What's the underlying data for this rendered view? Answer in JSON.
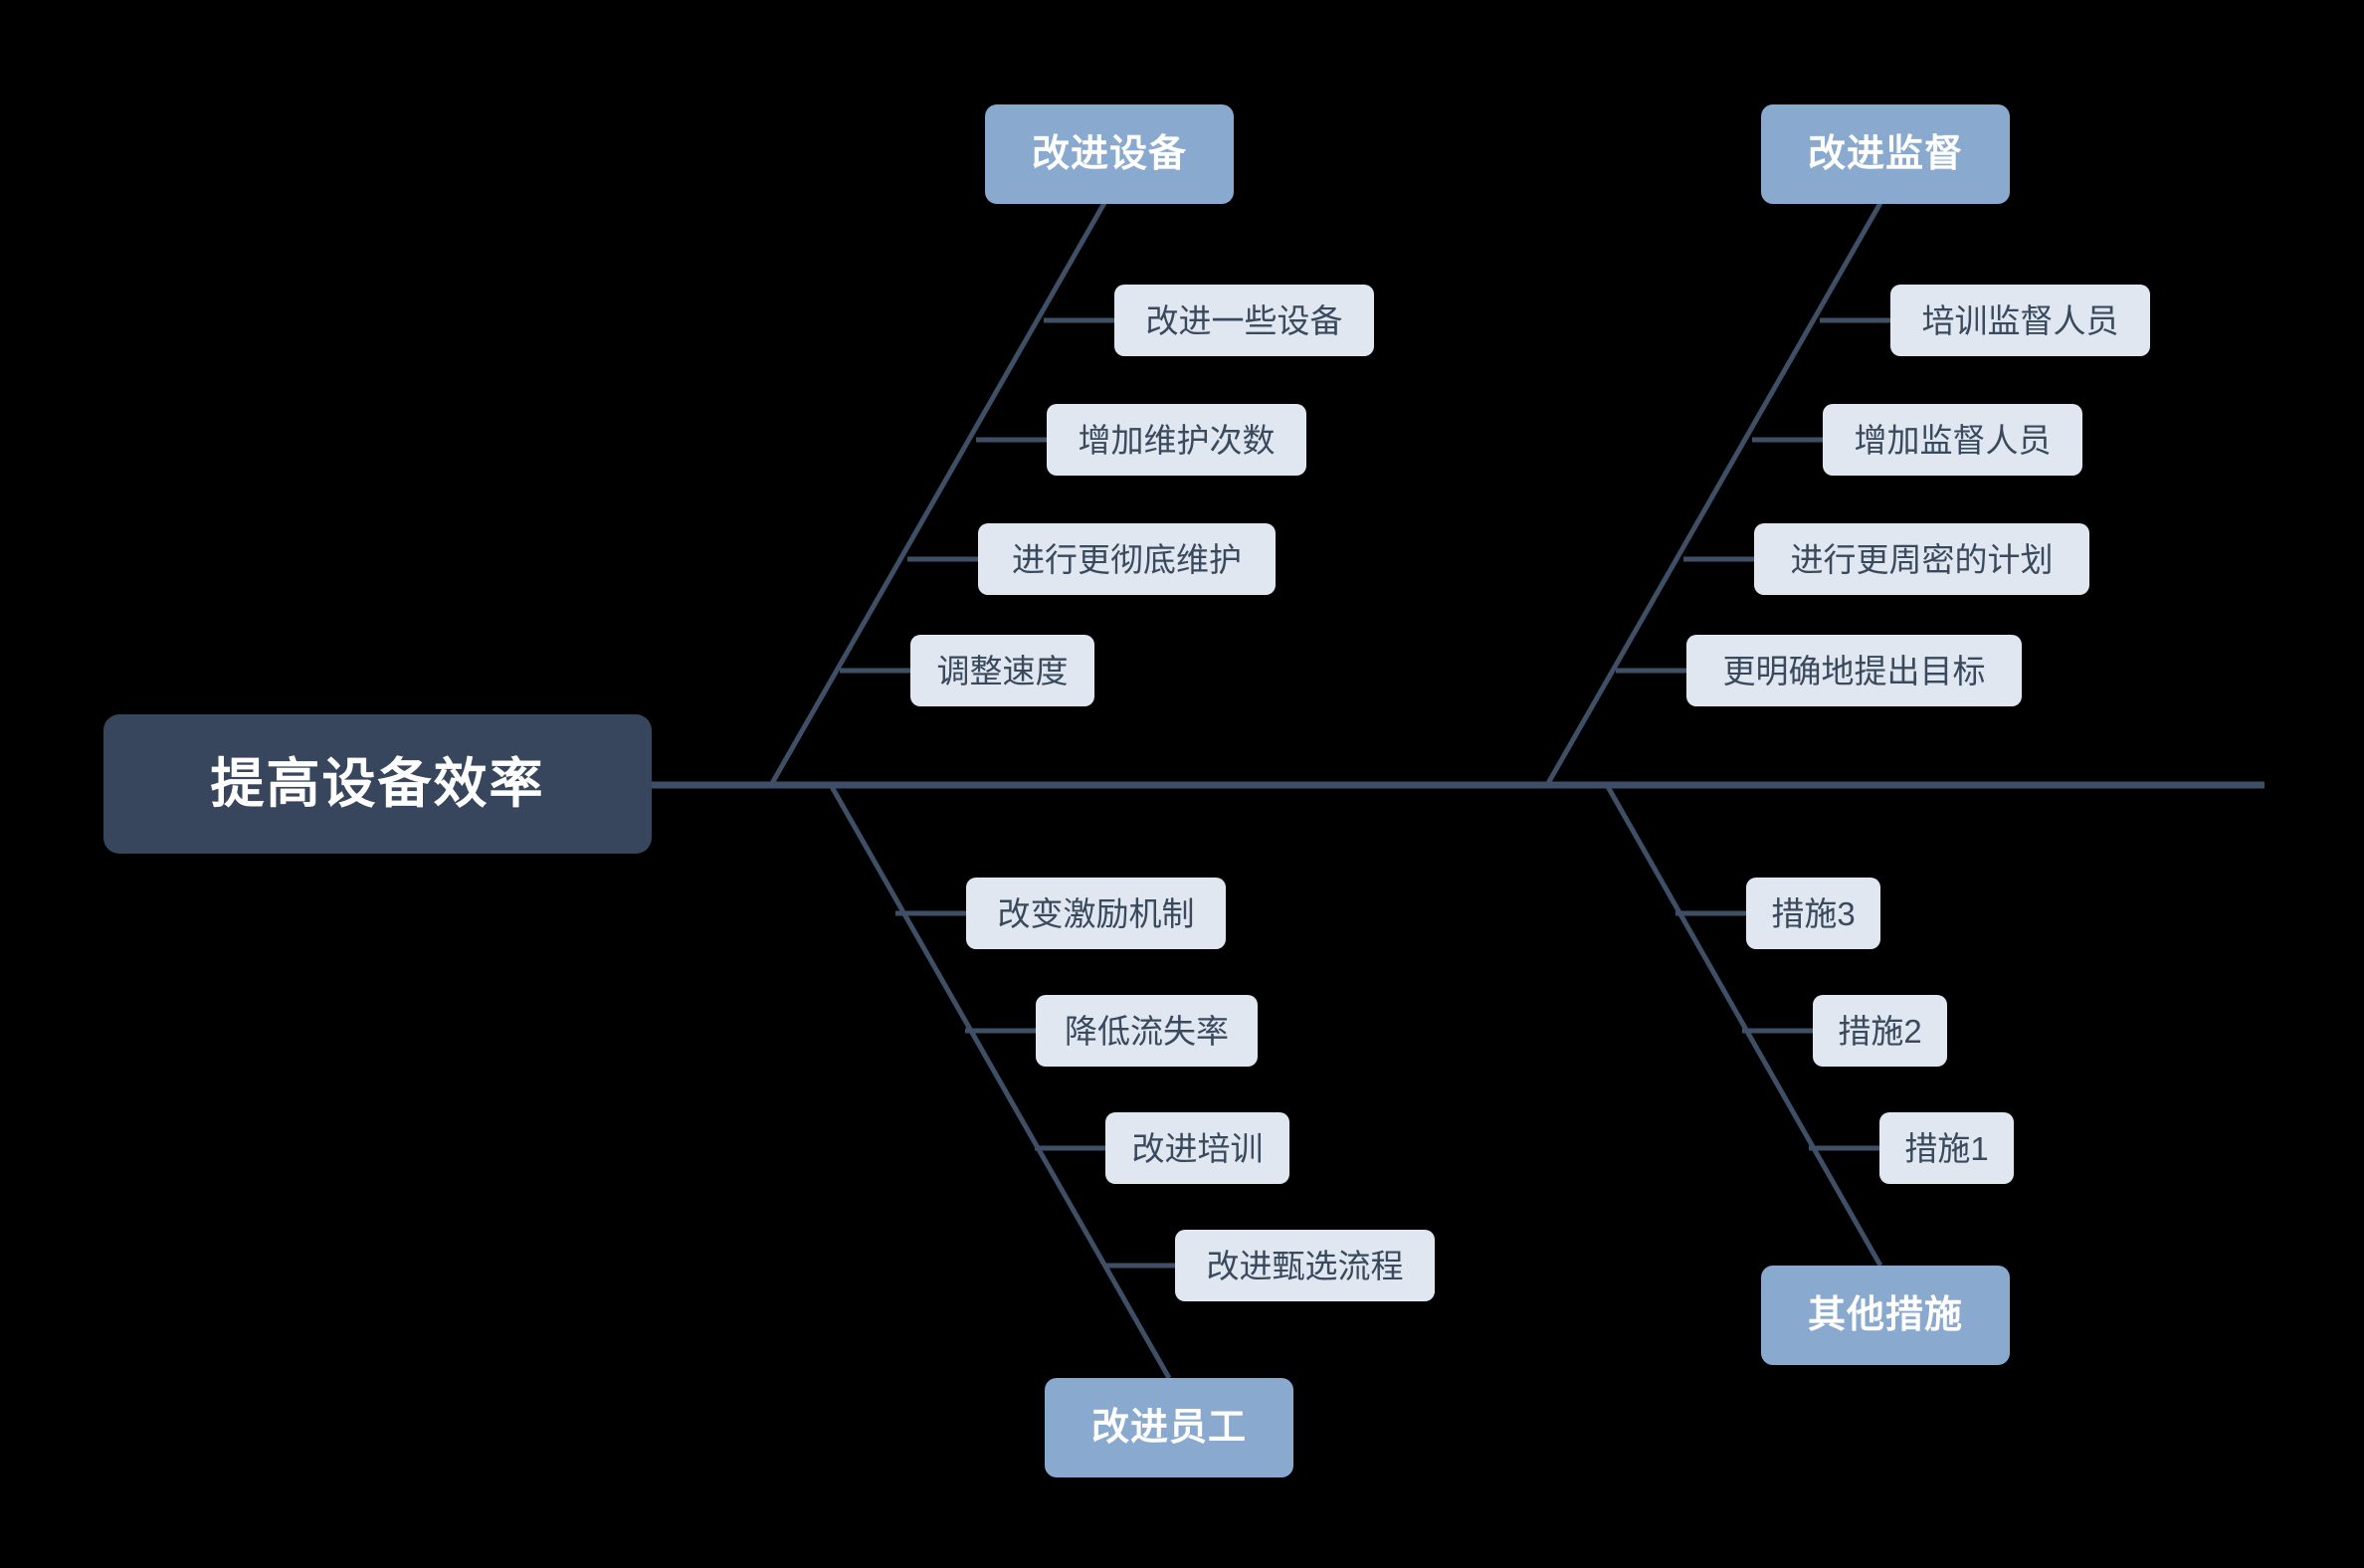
{
  "diagram": {
    "type": "fishbone",
    "title": "提高设备效率",
    "spine_end_label": "",
    "colors": {
      "background": "#000000",
      "head_fill": "#37465c",
      "head_text": "#ffffff",
      "category_fill": "#8aa9cf",
      "category_text": "#ffffff",
      "sub_fill": "#e1e7f0",
      "sub_text": "#3a4a5e",
      "line": "#3f4f66",
      "spine": "#3d4e66"
    },
    "head": {
      "label": "提高设备效率"
    },
    "branches": [
      {
        "id": "improve-equipment",
        "label": "改进设备",
        "side": "top",
        "column": "left",
        "causes": [
          {
            "label": "改进一些设备"
          },
          {
            "label": "增加维护次数"
          },
          {
            "label": "进行更彻底维护"
          },
          {
            "label": "调整速度"
          }
        ]
      },
      {
        "id": "improve-supervision",
        "label": "改进监督",
        "side": "top",
        "column": "right",
        "causes": [
          {
            "label": "培训监督人员"
          },
          {
            "label": "增加监督人员"
          },
          {
            "label": "进行更周密的计划"
          },
          {
            "label": "更明确地提出目标"
          }
        ]
      },
      {
        "id": "improve-staff",
        "label": "改进员工",
        "side": "bottom",
        "column": "left",
        "causes": [
          {
            "label": "改变激励机制"
          },
          {
            "label": "降低流失率"
          },
          {
            "label": "改进培训"
          },
          {
            "label": "改进甄选流程"
          }
        ]
      },
      {
        "id": "other-measures",
        "label": "其他措施",
        "side": "bottom",
        "column": "right",
        "causes": [
          {
            "label": "措施3"
          },
          {
            "label": "措施2"
          },
          {
            "label": "措施1"
          }
        ]
      }
    ]
  }
}
